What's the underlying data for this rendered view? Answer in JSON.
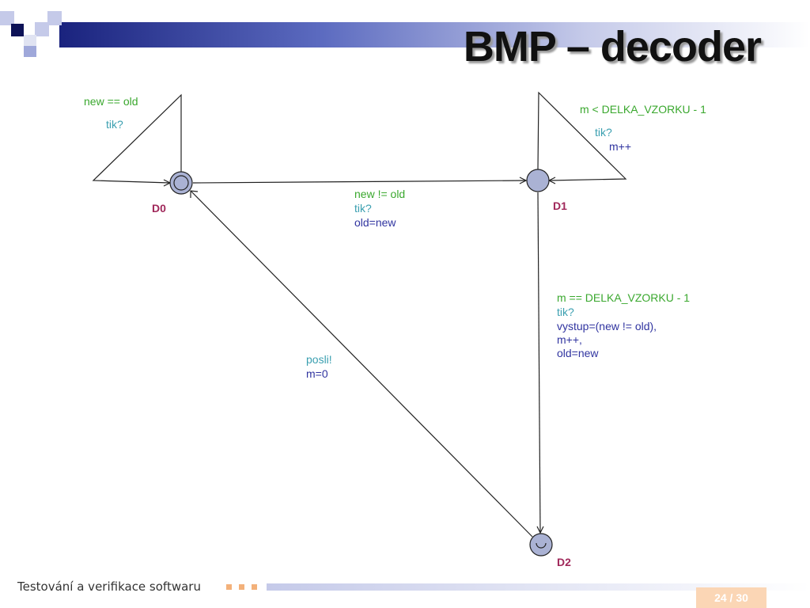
{
  "slide": {
    "title": "BMP – decoder",
    "footer_text": "Testování a verifikace softwaru",
    "page_number": "24 / 30"
  },
  "colors": {
    "header_band": "#1a237e",
    "title": "#111111",
    "guard_text": "#3aa82e",
    "sync_text": "#3a9fb0",
    "update_text": "#3034a0",
    "state_name": "#a0285a",
    "state_fill": "#aab2d4",
    "page_box": "#fbd6b5"
  },
  "automaton": {
    "states": [
      {
        "id": "D0",
        "name": "D0",
        "initial": true,
        "urgent": false
      },
      {
        "id": "D1",
        "name": "D1",
        "initial": false,
        "urgent": false
      },
      {
        "id": "D2",
        "name": "D2",
        "initial": false,
        "urgent": true
      }
    ],
    "transitions": [
      {
        "from": "D0",
        "to": "D0",
        "guard": "new == old",
        "sync": "tik?",
        "update": []
      },
      {
        "from": "D0",
        "to": "D1",
        "guard": "new != old",
        "sync": "tik?",
        "update": [
          "old=new"
        ]
      },
      {
        "from": "D1",
        "to": "D1",
        "guard": "m < DELKA_VZORKU - 1",
        "sync": "tik?",
        "update": [
          "m++"
        ]
      },
      {
        "from": "D1",
        "to": "D2",
        "guard": "m == DELKA_VZORKU - 1",
        "sync": "tik?",
        "update": [
          "vystup=(new != old),",
          "m++,",
          "old=new"
        ]
      },
      {
        "from": "D2",
        "to": "D0",
        "guard": "",
        "sync": "posli!",
        "update": [
          "m=0"
        ]
      }
    ]
  }
}
